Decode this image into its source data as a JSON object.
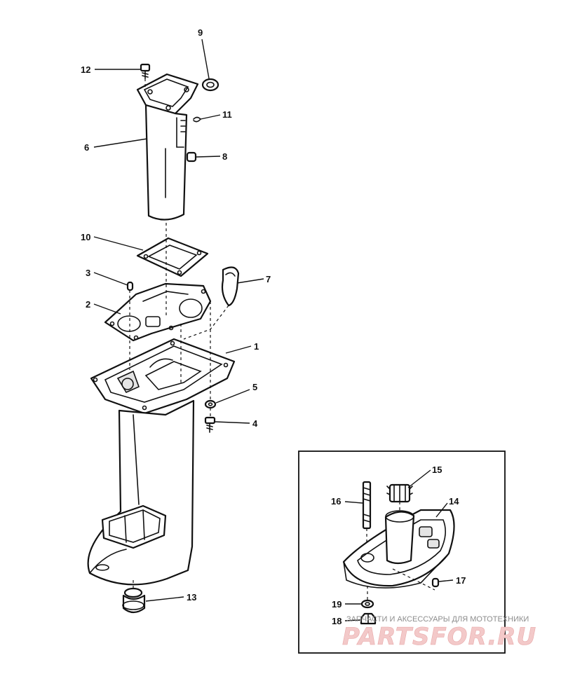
{
  "callouts": {
    "c1": "1",
    "c2": "2",
    "c3": "3",
    "c4": "4",
    "c5": "5",
    "c6": "6",
    "c7": "7",
    "c8": "8",
    "c9": "9",
    "c10": "10",
    "c11": "11",
    "c12": "12",
    "c13": "13",
    "c14": "14",
    "c15": "15",
    "c16": "16",
    "c17": "17",
    "c18": "18",
    "c19": "19"
  },
  "watermark": {
    "caption": "ЗАПЧАСТИ И АКСЕССУАРЫ ДЛЯ МОТОТЕХНИКИ",
    "brand": "PARTSFOR.RU"
  },
  "colors": {
    "line": "#111111",
    "background": "#ffffff",
    "watermark_brand": "#f3c9c9"
  }
}
